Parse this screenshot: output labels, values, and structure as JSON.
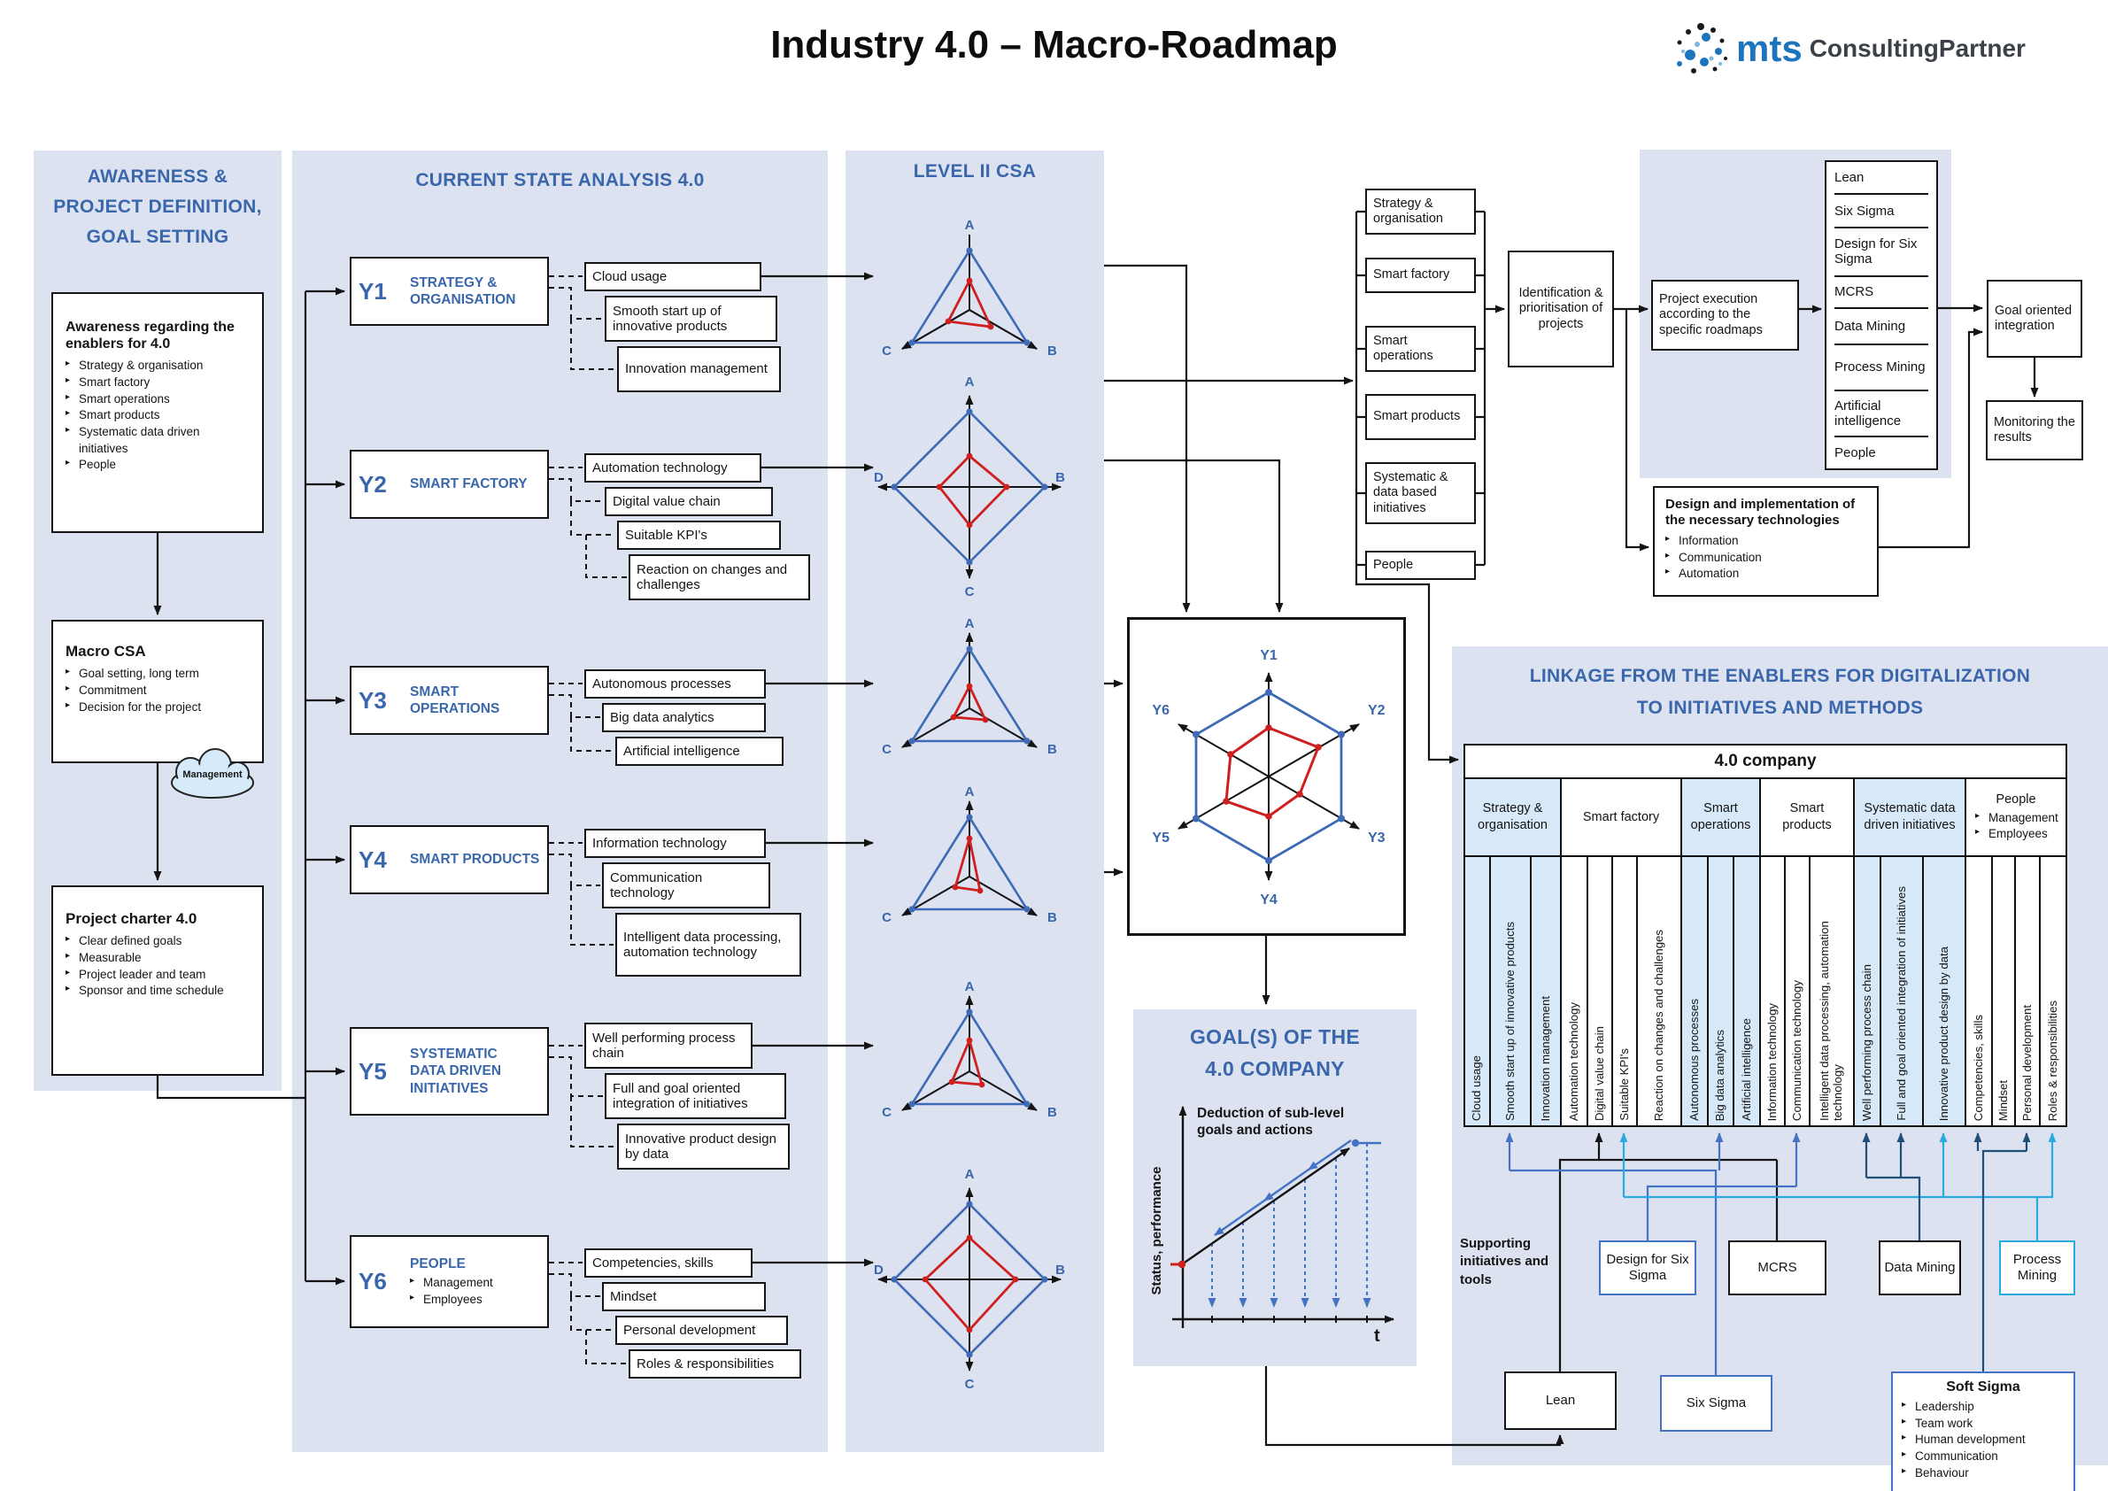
{
  "title": "Industry 4.0  –  Macro-Roadmap",
  "logo": {
    "name": "mts",
    "suffix": "ConsultingPartner"
  },
  "colors": {
    "panel": "#dde2f0",
    "heading_blue": "#3a67ac",
    "tint": "#d7e9f8",
    "radar_blue": "#3f6ab5",
    "radar_red": "#cf2020",
    "navy": "#1f4e79",
    "blue": "#4472c4",
    "cyan": "#29abe2"
  },
  "awareness": {
    "heading": [
      "AWARENESS &",
      "PROJECT DEFINITION,",
      "GOAL SETTING"
    ],
    "box1": {
      "title": "Awareness regarding the enablers for 4.0",
      "items": [
        "Strategy & organisation",
        "Smart factory",
        "Smart operations",
        "Smart products",
        "Systematic data driven initiatives",
        "People"
      ]
    },
    "cloud": "Management",
    "box2": {
      "title": "Macro CSA",
      "items": [
        "Goal setting, long term",
        "Commitment",
        "Decision for the project"
      ]
    },
    "box3": {
      "title": "Project charter 4.0",
      "items": [
        "Clear defined goals",
        "Measurable",
        "Project leader and team",
        "Sponsor and time schedule"
      ]
    }
  },
  "csa": {
    "heading": "CURRENT STATE ANALYSIS 4.0",
    "rows": [
      {
        "id": "Y1",
        "title": "STRATEGY & ORGANISATION",
        "subs": [
          "Cloud usage",
          "Smooth start up of innovative products",
          "Innovation management"
        ]
      },
      {
        "id": "Y2",
        "title": "SMART FACTORY",
        "subs": [
          "Automation technology",
          "Digital value chain",
          "Suitable KPI's",
          "Reaction on changes and challenges"
        ]
      },
      {
        "id": "Y3",
        "title": "SMART OPERATIONS",
        "subs": [
          "Autonomous processes",
          "Big data analytics",
          "Artificial intelligence"
        ]
      },
      {
        "id": "Y4",
        "title": "SMART PRODUCTS",
        "subs": [
          "Information technology",
          "Communication technology",
          "Intelligent data processing, automation technology"
        ]
      },
      {
        "id": "Y5",
        "title": "SYSTEMATIC DATA DRIVEN INITIATIVES",
        "subs": [
          "Well performing process chain",
          "Full and goal oriented integration of initiatives",
          "Innovative product design by data"
        ]
      },
      {
        "id": "Y6",
        "title": "PEOPLE",
        "bullets": [
          "Management",
          "Employees"
        ],
        "subs": [
          "Competencies, skills",
          "Mindset",
          "Personal development",
          "Roles & responsibilities"
        ]
      }
    ]
  },
  "level2": {
    "heading": "LEVEL II CSA",
    "charts": [
      {
        "labels": [
          "A",
          "B",
          "C"
        ]
      },
      {
        "labels": [
          "A",
          "B",
          "C",
          "D"
        ]
      },
      {
        "labels": [
          "A",
          "B",
          "C"
        ]
      },
      {
        "labels": [
          "A",
          "B",
          "C"
        ]
      },
      {
        "labels": [
          "A",
          "B",
          "C"
        ]
      },
      {
        "labels": [
          "A",
          "B",
          "C",
          "D"
        ]
      }
    ]
  },
  "hexagon": {
    "labels": [
      "Y1",
      "Y2",
      "Y3",
      "Y4",
      "Y5",
      "Y6"
    ]
  },
  "flow": {
    "enablers": [
      "Strategy & organisation",
      "Smart factory",
      "Smart operations",
      "Smart products",
      "Systematic & data based initiatives",
      "People"
    ],
    "identification": "Identification & prioritisation of projects",
    "execution": "Project execution according to the specific roadmaps",
    "methods": [
      "Lean",
      "Six Sigma",
      "Design for Six Sigma",
      "MCRS",
      "Data Mining",
      "Process Mining",
      "Artificial intelligence",
      "People"
    ],
    "goal_integration": "Goal oriented integration",
    "monitoring": "Monitoring the results",
    "design": {
      "title": "Design and implementation of the necessary technologies",
      "items": [
        "Information",
        "Communication",
        "Automation"
      ]
    }
  },
  "goals": {
    "heading1": "GOAL(S) OF THE",
    "heading2": "4.0 COMPANY",
    "annotation": "Deduction of sub-level goals and actions",
    "ylabel": "Status, performance",
    "xlabel": "t"
  },
  "linkage": {
    "heading1": "LINKAGE FROM THE ENABLERS FOR DIGITALIZATION",
    "heading2": "TO INITIATIVES AND METHODS",
    "company": "4.0 company",
    "groups": [
      {
        "label": "Strategy & organisation"
      },
      {
        "label": "Smart factory"
      },
      {
        "label": "Smart operations"
      },
      {
        "label": "Smart products"
      },
      {
        "label": "Systematic data driven initiatives"
      },
      {
        "label": "People",
        "bullets": [
          "Management",
          "Employees"
        ]
      }
    ],
    "columns": [
      "Cloud usage",
      "Smooth start up of innovative products",
      "Innovation management",
      "Automation technology",
      "Digital value chain",
      "Suitable KPI's",
      "Reaction on changes and challenges",
      "Autonomous processes",
      "Big data analytics",
      "Artificial intelligence",
      "Information technology",
      "Communication technology",
      "Intelligent data processing, automation technology",
      "Well performing process chain",
      "Full and goal oriented integration of initiatives",
      "Innovative product design by data",
      "Competencies, skills",
      "Mindset",
      "Personal development",
      "Roles & responsibilities"
    ],
    "supporting": "Supporting initiatives and tools",
    "tools": {
      "design_six_sigma": "Design for Six Sigma",
      "mcrs": "MCRS",
      "data_mining": "Data Mining",
      "process_mining": "Process Mining",
      "lean": "Lean",
      "six_sigma": "Six Sigma",
      "soft_sigma": {
        "title": "Soft Sigma",
        "items": [
          "Leadership",
          "Team work",
          "Human development",
          "Communication",
          "Behaviour"
        ]
      }
    }
  }
}
